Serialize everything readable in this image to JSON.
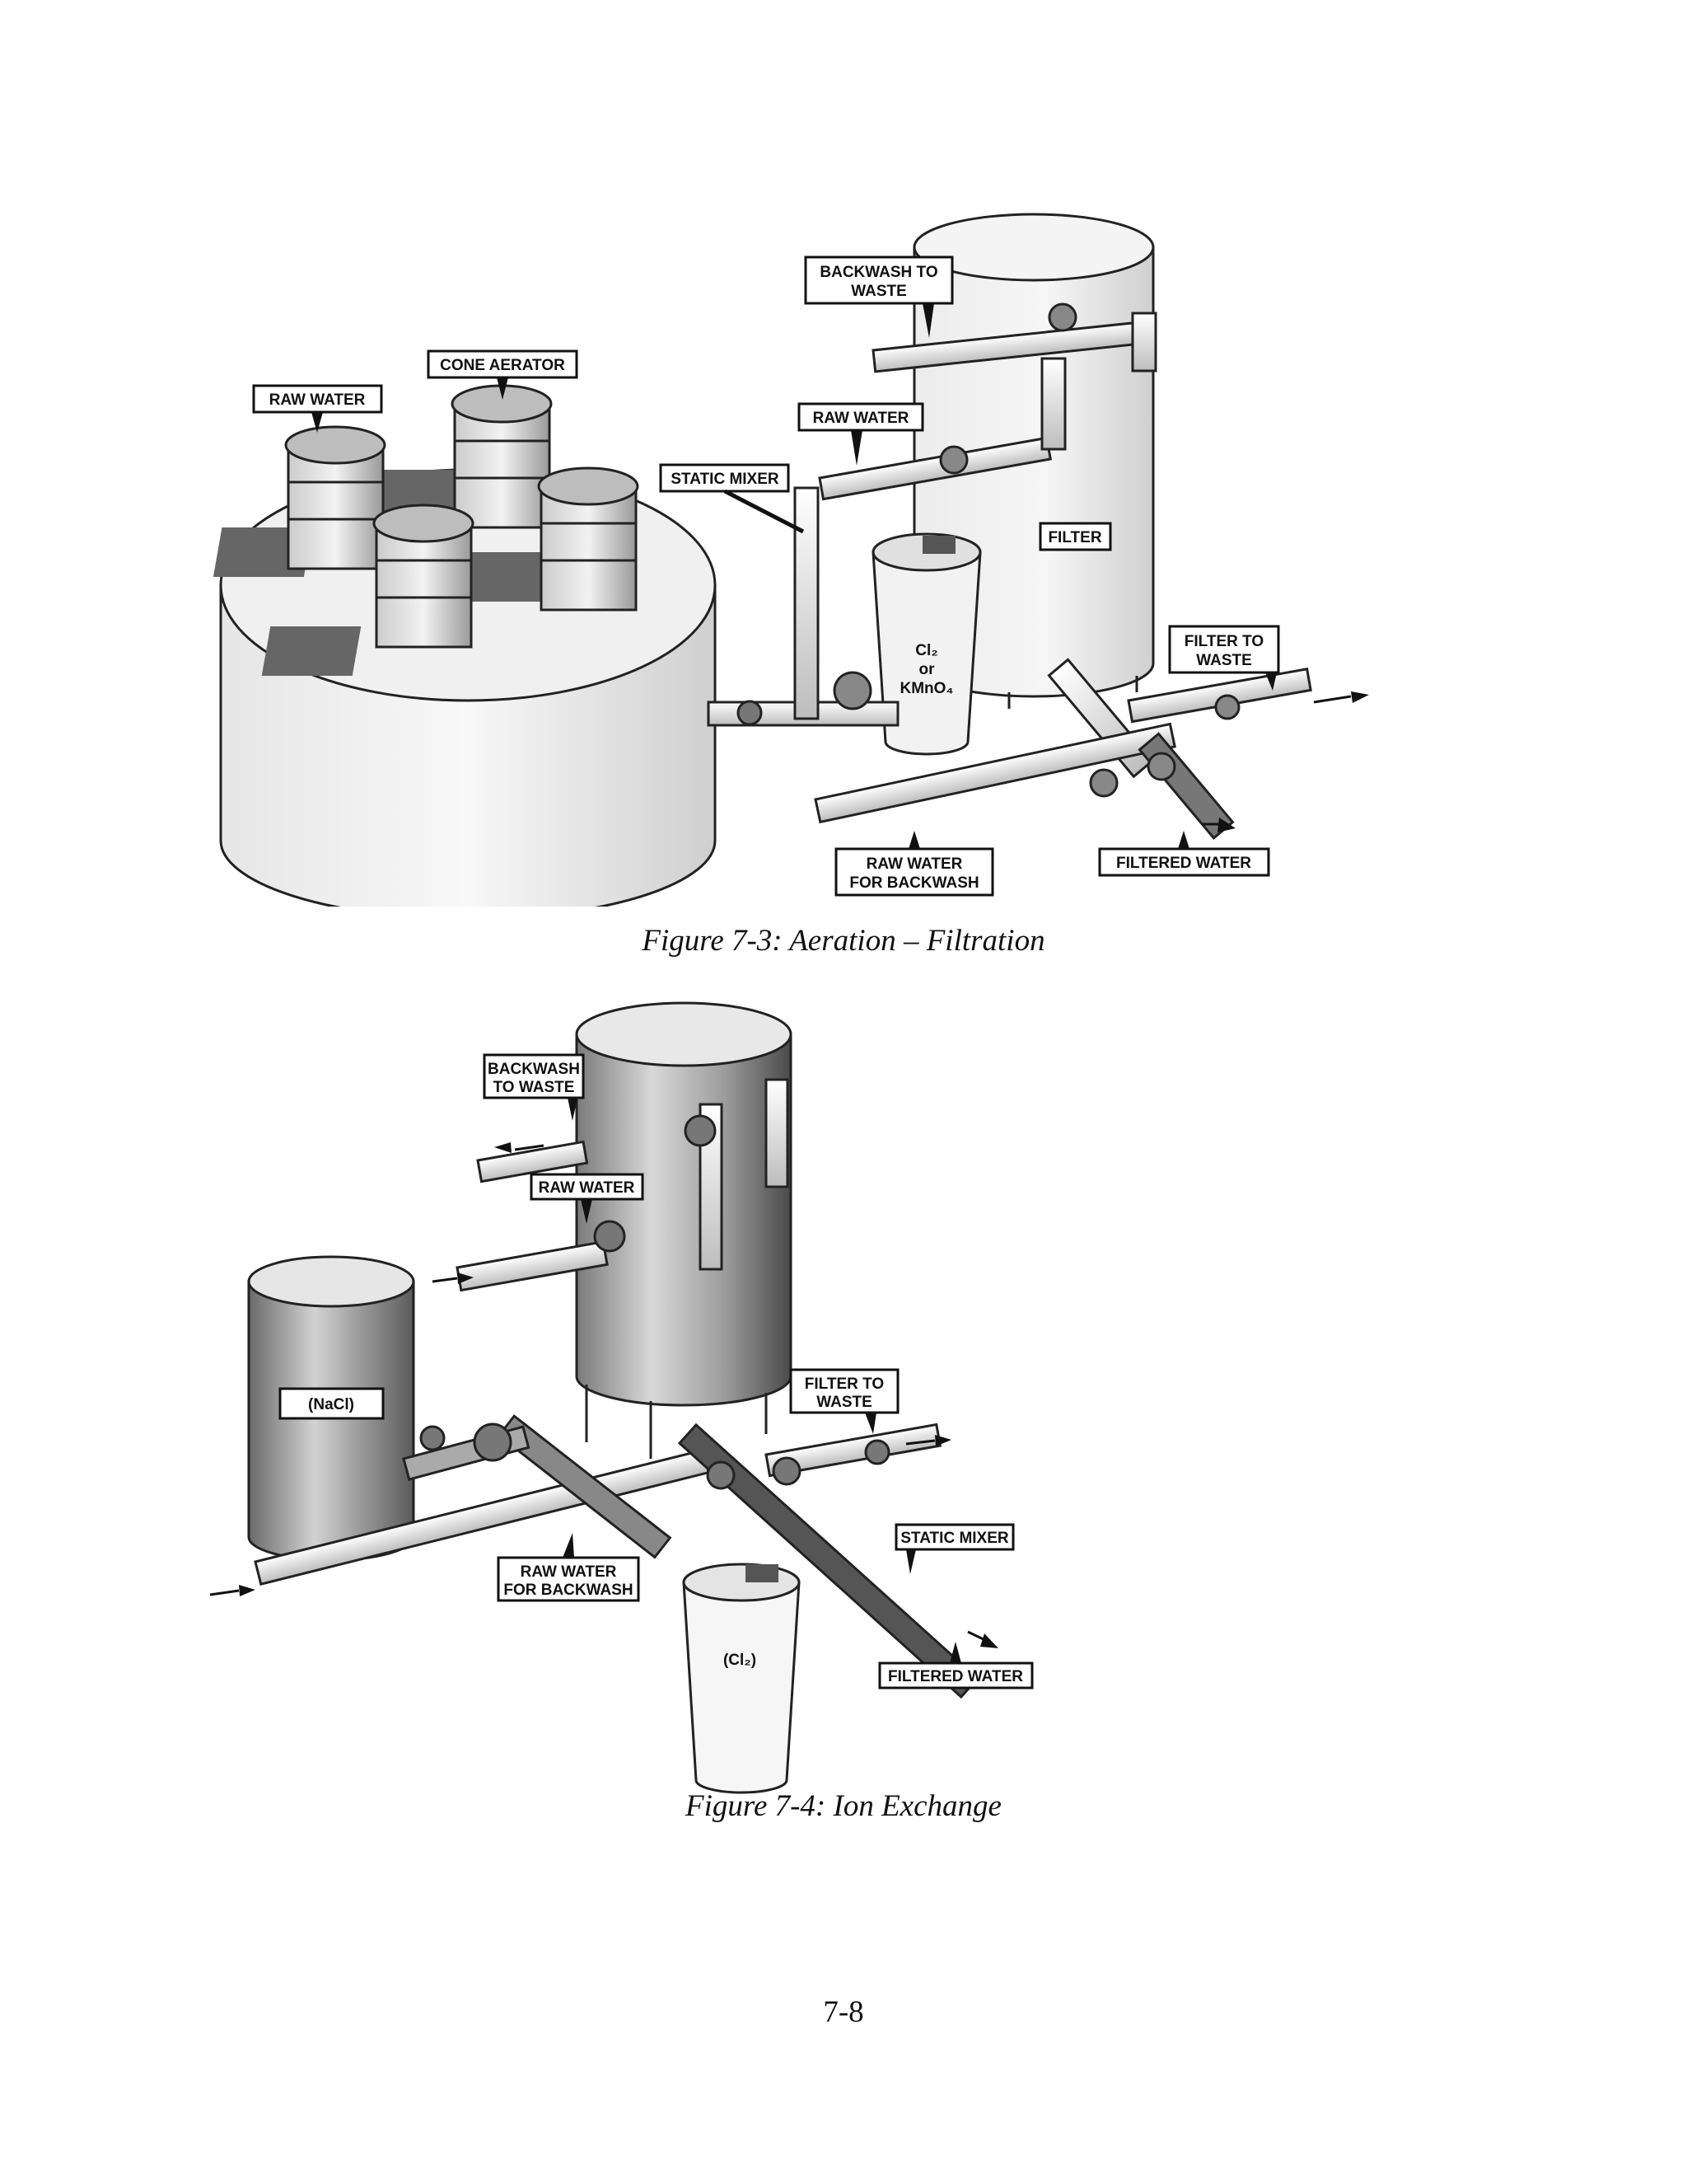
{
  "figure1": {
    "caption": "Figure 7-3: Aeration – Filtration",
    "labels": {
      "raw_water": "RAW WATER",
      "cone_aerator": "CONE AERATOR",
      "backwash_to_waste_1": "BACKWASH TO",
      "backwash_to_waste_2": "WASTE",
      "raw_water_pipe": "RAW WATER",
      "static_mixer": "STATIC MIXER",
      "filter": "FILTER",
      "filter_to_waste_1": "FILTER TO",
      "filter_to_waste_2": "WASTE",
      "chem_1": "Cl₂",
      "chem_2": "or",
      "chem_3": "KMnO₄",
      "raw_water_backwash_1": "RAW WATER",
      "raw_water_backwash_2": "FOR BACKWASH",
      "filtered_water": "FILTERED WATER"
    }
  },
  "figure2": {
    "caption": "Figure 7-4: Ion Exchange",
    "labels": {
      "backwash_to_waste_1": "BACKWASH",
      "backwash_to_waste_2": "TO WASTE",
      "raw_water": "RAW WATER",
      "nacl": "(NaCl)",
      "filter_to_waste_1": "FILTER TO",
      "filter_to_waste_2": "WASTE",
      "raw_water_backwash_1": "RAW WATER",
      "raw_water_backwash_2": "FOR BACKWASH",
      "static_mixer": "STATIC MIXER",
      "cl2": "(Cl₂)",
      "filtered_water": "FILTERED WATER"
    }
  },
  "page_number": "7-8"
}
